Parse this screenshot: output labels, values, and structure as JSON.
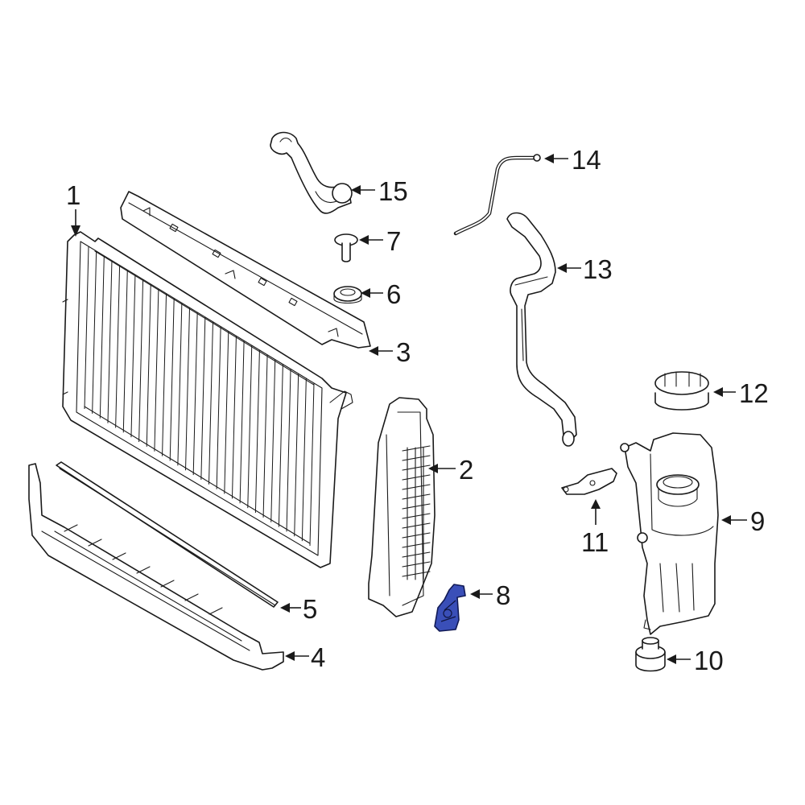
{
  "colors": {
    "line": "#1a1a1a",
    "background": "#ffffff",
    "highlight_part": "#3a4fb8"
  },
  "callouts": [
    {
      "id": "1",
      "label": "1"
    },
    {
      "id": "2",
      "label": "2"
    },
    {
      "id": "3",
      "label": "3"
    },
    {
      "id": "4",
      "label": "4"
    },
    {
      "id": "5",
      "label": "5"
    },
    {
      "id": "6",
      "label": "6"
    },
    {
      "id": "7",
      "label": "7"
    },
    {
      "id": "8",
      "label": "8"
    },
    {
      "id": "9",
      "label": "9"
    },
    {
      "id": "10",
      "label": "10"
    },
    {
      "id": "11",
      "label": "11"
    },
    {
      "id": "12",
      "label": "12"
    },
    {
      "id": "13",
      "label": "13"
    },
    {
      "id": "14",
      "label": "14"
    },
    {
      "id": "15",
      "label": "15"
    }
  ],
  "highlighted_part": "8"
}
